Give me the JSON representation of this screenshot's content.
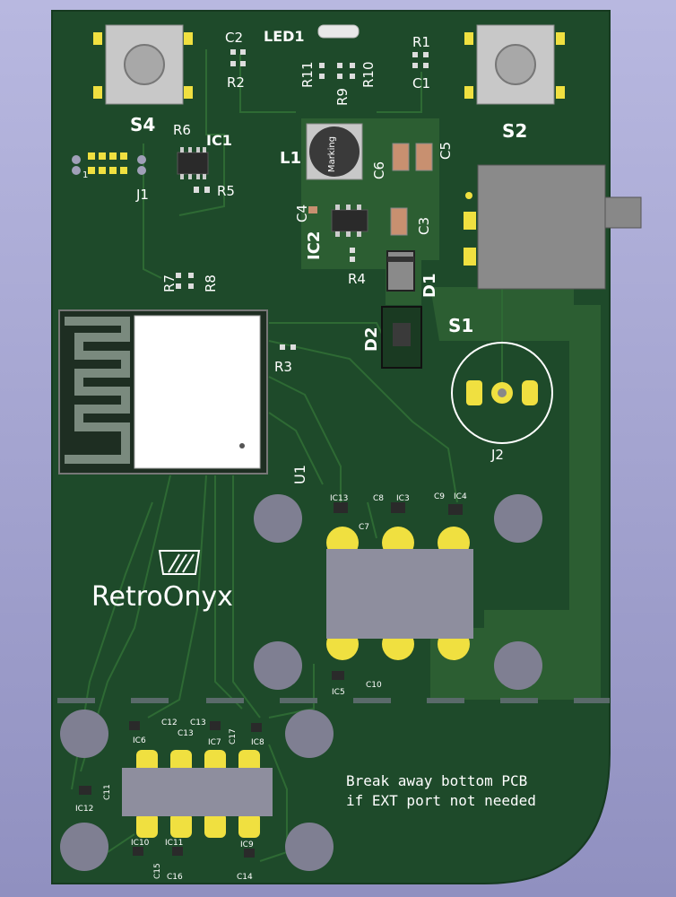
{
  "board": {
    "logo_text": "RetroOnyx",
    "note_line1": "Break away bottom PCB",
    "note_line2": "if EXT port not needed"
  },
  "labels": {
    "s4": "S4",
    "s2": "S2",
    "s1": "S1",
    "j1": "J1",
    "j2": "J2",
    "ic1": "IC1",
    "ic2": "IC2",
    "l1": "L1",
    "led1": "LED1",
    "d1": "D1",
    "d2": "D2",
    "u1": "U1",
    "c1": "C1",
    "c2": "C2",
    "c3": "C3",
    "c4": "C4",
    "c5": "C5",
    "c6": "C6",
    "c7": "C7",
    "c8": "C8",
    "c9": "C9",
    "c10": "C10",
    "c11": "C11",
    "c12": "C12",
    "c13a": "C13",
    "c13b": "C13",
    "c14": "C14",
    "c15": "C15",
    "c16": "C16",
    "c17": "C17",
    "r1": "R1",
    "r2": "R2",
    "r3": "R3",
    "r4": "R4",
    "r5": "R5",
    "r6": "R6",
    "r7": "R7",
    "r8": "R8",
    "r9": "R9",
    "r10": "R10",
    "r11": "R11",
    "ic3": "IC3",
    "ic4": "IC4",
    "ic5": "IC5",
    "ic6": "IC6",
    "ic7": "IC7",
    "ic8": "IC8",
    "ic9": "IC9",
    "ic10": "IC10",
    "ic11": "IC11",
    "ic12": "IC12",
    "ic13": "IC13",
    "l1_marking": "Marking",
    "j1_pin": "1"
  }
}
